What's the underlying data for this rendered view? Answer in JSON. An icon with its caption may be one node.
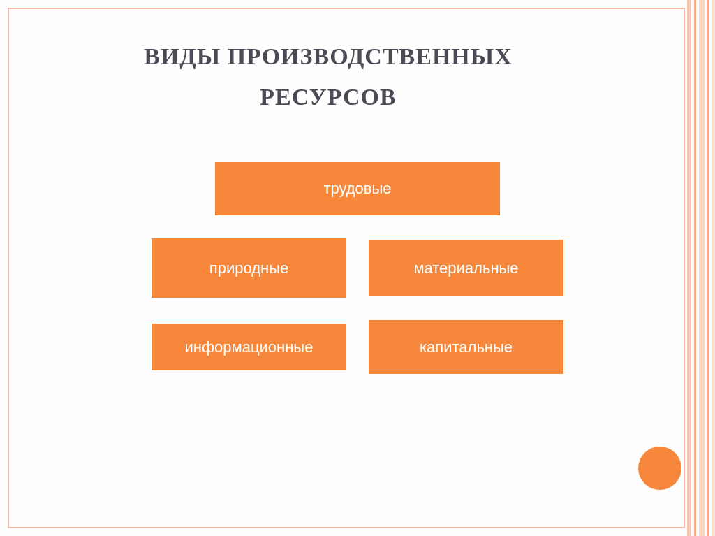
{
  "diagram": {
    "title": "ВИДЫ ПРОИЗВОДСТВЕННЫХ РЕСУРСОВ",
    "nodes": [
      {
        "text": [
          "трудовые"
        ]
      },
      {
        "text": [
          "природные"
        ]
      },
      {
        "text": [
          "материальные"
        ]
      },
      {
        "text": [
          "информационные"
        ]
      },
      {
        "text": [
          "капитальные"
        ]
      }
    ],
    "edges": []
  }
}
